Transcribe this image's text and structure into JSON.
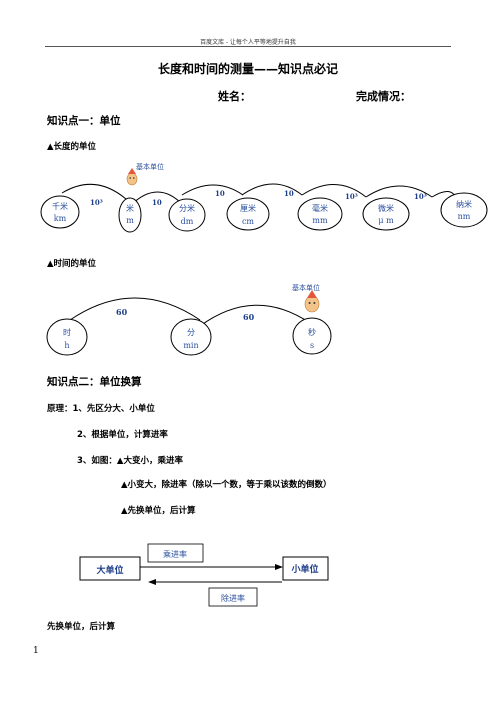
{
  "header": {
    "text": "百度文库 - 让每个人平等地提升自我"
  },
  "title": "长度和时间的测量——知识点必记",
  "name_label": "姓名：",
  "completion_label": "完成情况：",
  "section1": {
    "heading": "知识点一：单位",
    "length_heading": "▲长度的单位",
    "base_unit_label": "基本单位",
    "length_units": [
      {
        "cn": "千米",
        "sym": "km"
      },
      {
        "cn": "米",
        "sym": "m"
      },
      {
        "cn": "分米",
        "sym": "dm"
      },
      {
        "cn": "厘米",
        "sym": "cm"
      },
      {
        "cn": "毫米",
        "sym": "mm"
      },
      {
        "cn": "微米",
        "sym": "μ m"
      },
      {
        "cn": "纳米",
        "sym": "nm"
      }
    ],
    "length_factors": [
      "10³",
      "10",
      "10",
      "10",
      "10³",
      "10³"
    ],
    "time_heading": "▲时间的单位",
    "time_base_unit_label": "基本单位",
    "time_units": [
      {
        "cn": "时",
        "sym": "h"
      },
      {
        "cn": "分",
        "sym": "min"
      },
      {
        "cn": "秒",
        "sym": "s"
      }
    ],
    "time_factors": [
      "60",
      "60"
    ]
  },
  "section2": {
    "heading": "知识点二：单位换算",
    "line1": "原理：1、先区分大、小单位",
    "line2": "2、根据单位，计算进率",
    "line3": "3、如图：▲大变小，乘进率",
    "line4": "▲小变大，除进率（除以一个数，等于乘以该数的倒数）",
    "line5": "▲先换单位，后计算",
    "diagram": {
      "big_unit": "大单位",
      "small_unit": "小单位",
      "multiply": "乘进率",
      "divide": "除进率"
    },
    "footer_line": "先换单位，后计算"
  },
  "page_number": "1",
  "colors": {
    "unit_text": "#2a4f9e",
    "factor_text": "#1f3f8a"
  }
}
